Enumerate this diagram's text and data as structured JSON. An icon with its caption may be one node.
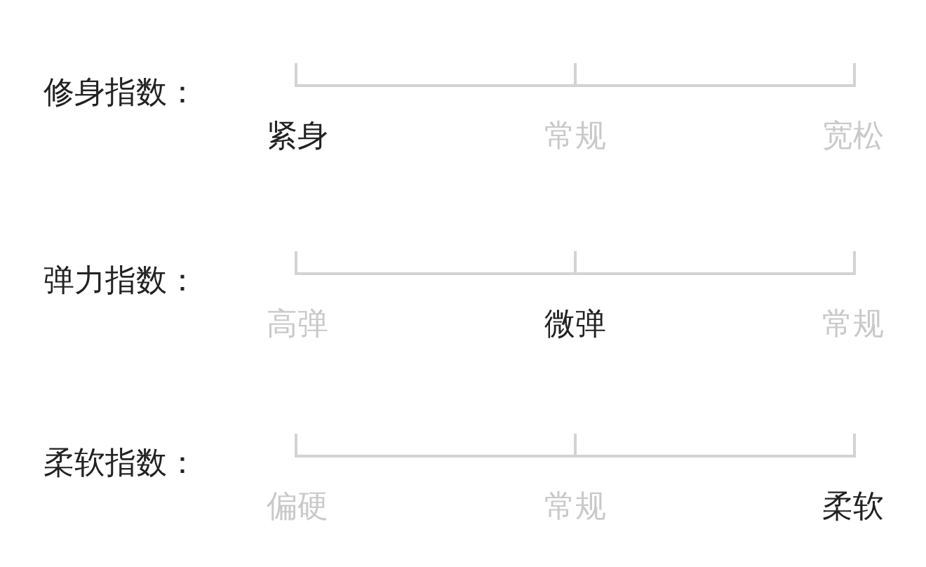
{
  "diagram": {
    "labels": [
      "修身指数：",
      "紧身",
      "常规",
      "宽松",
      "弹力指数：",
      "高弹",
      "微弹",
      "常规",
      "柔软指数：",
      "偏硬",
      "常规",
      "柔软"
    ]
  }
}
